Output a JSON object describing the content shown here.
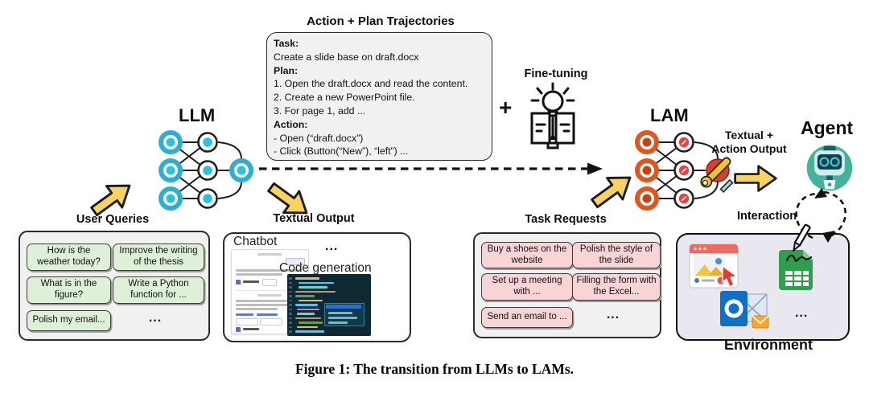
{
  "caption": "Figure 1: The transition from LLMs to LAMs.",
  "llm": {
    "label": "LLM"
  },
  "lam": {
    "label": "LAM"
  },
  "agent": {
    "label": "Agent"
  },
  "fine_tuning": {
    "label": "Fine-tuning",
    "plus": "+"
  },
  "trajectories": {
    "title": "Action + Plan Trajectories",
    "task_label": "Task:",
    "task": "Create a slide base on draft.docx",
    "plan_label": "Plan:",
    "plan": [
      "1. Open the draft.docx and read the content.",
      "2. Create a new PowerPoint file.",
      "3. For page 1, add ..."
    ],
    "action_label": "Action:",
    "actions": [
      "- Open (“draft.docx”)",
      "- Click (Button(“New”), “left”) ..."
    ]
  },
  "user_queries": {
    "title": "User Queries",
    "chips": [
      "How is the weather today?",
      "Improve the writing of the thesis",
      "What is in the figure?",
      "Write a Python function for ...",
      "Polish my email...",
      "..."
    ]
  },
  "textual_output": {
    "title": "Textual Output",
    "chatbot_label": "Chatbot",
    "ellipsis": "...",
    "code_label": "Code generation"
  },
  "task_requests": {
    "title": "Task Requests",
    "chips": [
      "Buy a shoes on the website",
      "Polish the style of the slide",
      "Set up a meeting with ...",
      "Filling the form with the Excel...",
      "Send an email to ...",
      "..."
    ]
  },
  "lam_output": {
    "line1": "Textual +",
    "line2": "Action Output"
  },
  "interaction": {
    "label": "Interaction"
  },
  "environment": {
    "label": "Environment",
    "ellipsis": "...",
    "icons": [
      "browser-icon",
      "cursor-icon",
      "sheets-icon",
      "pen-icon",
      "outlook-icon"
    ]
  },
  "colors": {
    "arrow_yellow": "#F8D45F",
    "llm_cyan": "#2BB7D9",
    "lam_orange": "#E0551E",
    "chip_green": "#DEF0D8",
    "chip_pink": "#F9D4D7",
    "panel_gray": "#F1F1F1",
    "environment_bg": "#E9E7F0",
    "agent_teal": "#46B29D"
  }
}
